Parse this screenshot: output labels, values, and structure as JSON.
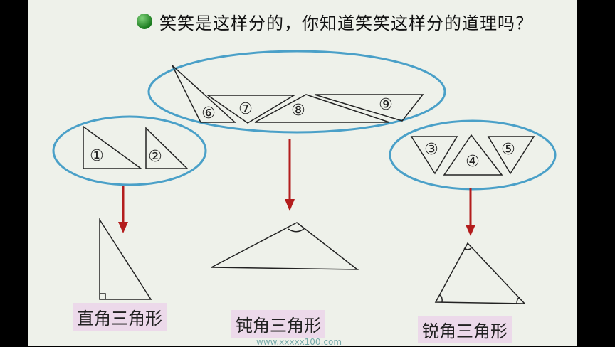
{
  "title": "笑笑是这样分的，你知道笑笑这样分的道理吗？",
  "groups": {
    "right": {
      "numbers": [
        "①",
        "②"
      ],
      "label": "直角三角形"
    },
    "obtuse": {
      "numbers": [
        "⑥",
        "⑦",
        "⑧",
        "⑨"
      ],
      "label": "钝角三角形"
    },
    "acute": {
      "numbers": [
        "③",
        "④",
        "⑤"
      ],
      "label": "锐角三角形"
    }
  },
  "footer": "www.xxxxx100.com",
  "colors": {
    "ellipse": "#4aa0c8",
    "arrow": "#b31d1d",
    "label_bg": "#ecd9ea",
    "bullet": "#1a7a1e"
  }
}
